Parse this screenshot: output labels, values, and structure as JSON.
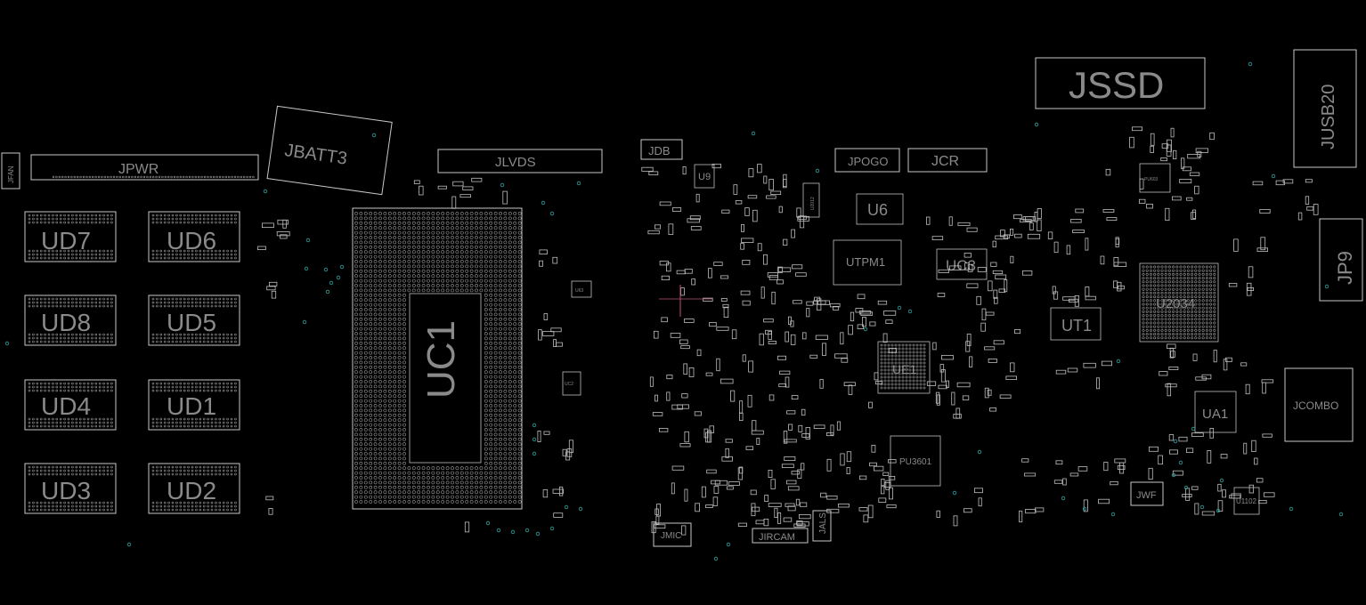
{
  "board": {
    "labels": {
      "jfan": "JFAN",
      "jpwr": "JPWR",
      "jbatt3": "JBATT3",
      "jlvds": "JLVDS",
      "ud7": "UD7",
      "ud6": "UD6",
      "ud8": "UD8",
      "ud5": "UD5",
      "ud4": "UD4",
      "ud1": "UD1",
      "ud3": "UD3",
      "ud2": "UD2",
      "uc1": "UC1",
      "jdb": "JDB",
      "u9": "U9",
      "jpogo": "JPOGO",
      "jcr": "JCR",
      "u6": "U6",
      "utpm1": "UTPM1",
      "uc3": "UC3",
      "ue1": "UE1",
      "jssd": "JSSD",
      "jusb20": "JUSB20",
      "jp9": "JP9",
      "u2034": "U2034",
      "ut1": "UT1",
      "ua1": "UA1",
      "jcombo": "JCOMBO",
      "jwf": "JWF",
      "u1102": "U1102",
      "pu3601": "PU3601",
      "jmic": "JMIC",
      "jircam": "JIRCAM",
      "jals": "JALS",
      "uc2": "UC2",
      "u63": "U63",
      "pu603": "PU603",
      "u2012": "U2012"
    }
  }
}
